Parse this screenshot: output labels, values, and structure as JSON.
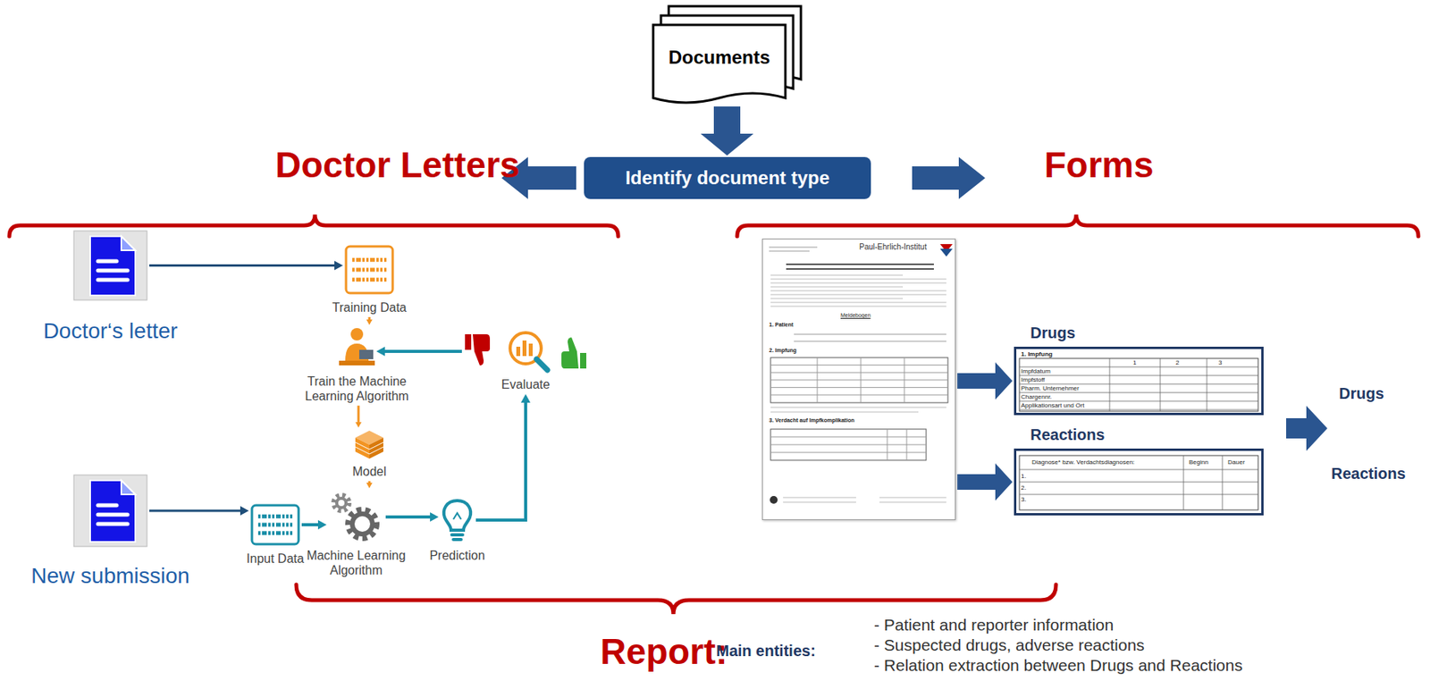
{
  "diagram": {
    "nodes": [
      {
        "text": [
          "Documents"
        ]
      },
      {
        "text": [
          "Identify document type"
        ]
      },
      {
        "text": [
          "Doctor‘s letter"
        ]
      },
      {
        "text": [
          "New submission"
        ]
      },
      {
        "text": [
          "Training Data"
        ]
      },
      {
        "text": [
          "Train the Machine Learning Algorithm"
        ]
      },
      {
        "text": [
          "Model"
        ]
      },
      {
        "text": [
          "Input Data"
        ]
      },
      {
        "text": [
          "Machine Learning Algorithm"
        ]
      },
      {
        "text": [
          "Prediction"
        ]
      },
      {
        "text": [
          "Evaluate"
        ]
      },
      {
        "text": [
          "Paul-Ehrlich-Institut",
          "Meldebogen",
          "1. Patient",
          "2. Impfung",
          "3. Verdacht auf Impfkomplikation"
        ]
      },
      {
        "text": [
          "Drugs",
          "1. Impfung",
          "1",
          "2",
          "3",
          "Impfdatum",
          "Impfstoff",
          "Pharm. Unternehmer",
          "Chargennr.",
          "Applikationsart und Ort"
        ]
      },
      {
        "text": [
          "Reactions",
          "Diagnose* bzw. Verdachtsdiagnosen:",
          "Beginn",
          "Dauer",
          "1.",
          "2.",
          "3."
        ]
      }
    ],
    "edges": [
      {
        "from": 0,
        "to": 1,
        "arrow": "to"
      },
      {
        "from": 2,
        "to": 4,
        "arrow": "to"
      },
      {
        "from": 4,
        "to": 5,
        "arrow": "to"
      },
      {
        "from": 5,
        "to": 6,
        "arrow": "to"
      },
      {
        "from": 6,
        "to": 8,
        "arrow": "to"
      },
      {
        "from": 3,
        "to": 7,
        "arrow": "to"
      },
      {
        "from": 7,
        "to": 8,
        "arrow": "to"
      },
      {
        "from": 8,
        "to": 9,
        "arrow": "to"
      },
      {
        "from": 9,
        "to": 10,
        "arrow": "to"
      },
      {
        "from": 10,
        "to": 5,
        "arrow": "to"
      },
      {
        "from": 11,
        "to": 12,
        "arrow": "to"
      },
      {
        "from": 11,
        "to": 13,
        "arrow": "to"
      }
    ],
    "labels": [
      "Doctor Letters",
      "Forms",
      "Drugs",
      "Reactions",
      "Report:",
      "Main entities:",
      "- Patient and reporter information",
      "- Suspected drugs, adverse reactions",
      "- Relation extraction between Drugs and Reactions"
    ]
  }
}
